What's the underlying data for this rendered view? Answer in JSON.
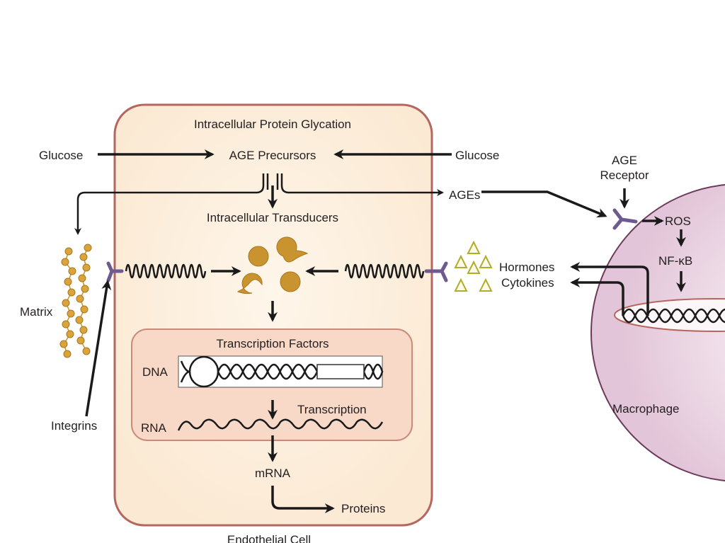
{
  "diagram": {
    "cell_title": "Intracellular Protein Glycation",
    "glucose_left": "Glucose",
    "glucose_right": "Glucose",
    "age_precursors": "AGE Precursors",
    "ages": "AGEs",
    "intracellular_transducers": "Intracellular Transducers",
    "age_receptor_line1": "AGE",
    "age_receptor_line2": "Receptor",
    "ros": "ROS",
    "nfkb": "NF-κB",
    "hormones": "Hormones",
    "cytokines": "Cytokines",
    "macrophage": "Macrophage",
    "matrix": "Matrix",
    "integrins": "Integrins",
    "transcription_factors": "Transcription Factors",
    "dna": "DNA",
    "rna": "RNA",
    "transcription": "Transcription",
    "mrna": "mRNA",
    "proteins": "Proteins",
    "endothelial_cell": "Endothelial Cell"
  },
  "colors": {
    "cell_border": "#b5675f",
    "cell_fill": "#fdf1e2",
    "nucleus_fill": "#f8d9c8",
    "transducer": "#c9932f",
    "receptor": "#6e5a8f",
    "hormone_triangle": "#b0ad2a",
    "macrophage_fill": "#ead4e2"
  }
}
